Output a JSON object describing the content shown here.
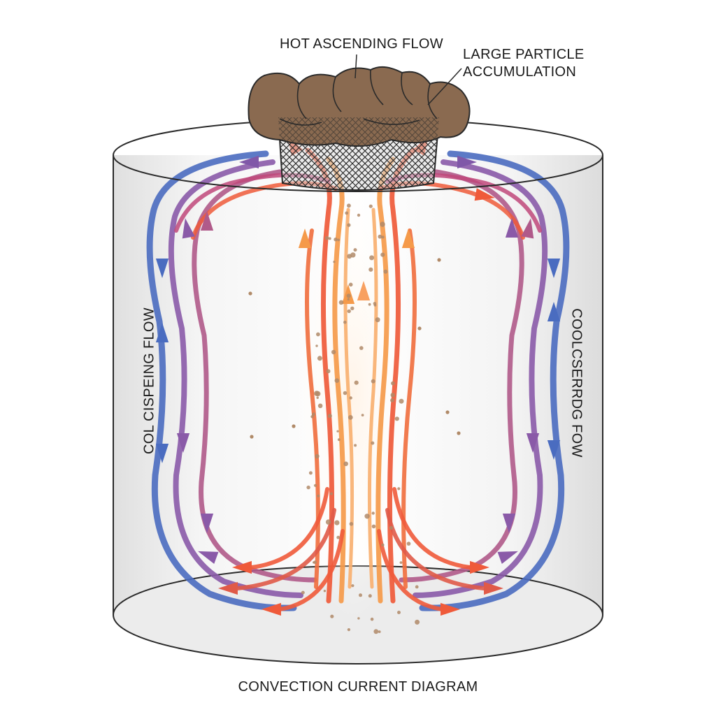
{
  "labels": {
    "hot_flow": "HOT ASCENDING FLOW",
    "particles_line1": "LARGE PARTICLE",
    "particles_line2": "ACCUMULATION",
    "left_flow": "COL CISPEING FLOW",
    "right_flow": "COOLCSERRDG FOW",
    "title": "CONVECTION CURRENT DIAGRAM"
  },
  "colors": {
    "hot": "#ef5a3a",
    "warm": "#f59a4a",
    "cool": "#4a6cc0",
    "mid": "#8a5aa8",
    "rock": "#8a6a50",
    "outline": "#2a2a2a"
  }
}
